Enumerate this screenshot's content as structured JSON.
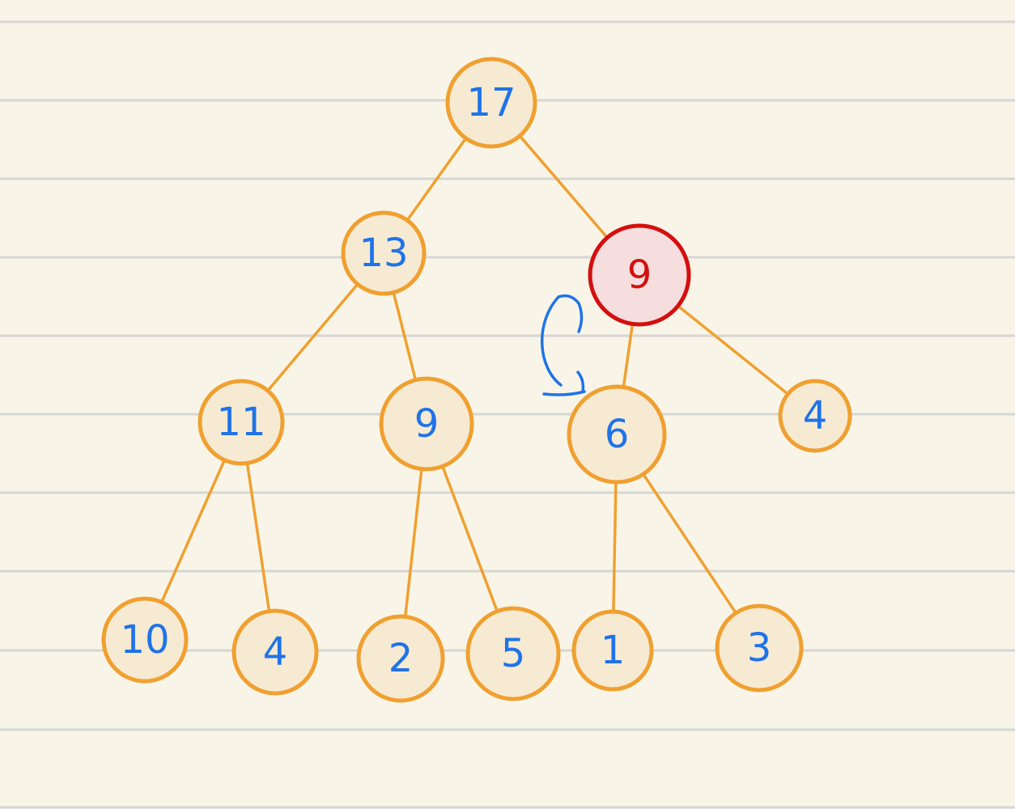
{
  "colors": {
    "paper": "#f8f5e8",
    "rule_line": "#d6d6d4",
    "edge": "#f0a030",
    "node_fill": "#f7ead3",
    "node_stroke": "#f0a030",
    "node_text": "#1f73e8",
    "highlight_fill": "#f6dede",
    "highlight_stroke": "#d40f0f",
    "highlight_text": "#d40f0f",
    "swap_arrow": "#1f73e8"
  },
  "tree": {
    "nodes": [
      {
        "id": "n17",
        "label": "17"
      },
      {
        "id": "n13",
        "label": "13"
      },
      {
        "id": "n9r",
        "label": "9",
        "highlight": true
      },
      {
        "id": "n11",
        "label": "11"
      },
      {
        "id": "n9l",
        "label": "9"
      },
      {
        "id": "n6",
        "label": "6"
      },
      {
        "id": "n4r",
        "label": "4"
      },
      {
        "id": "n10",
        "label": "10"
      },
      {
        "id": "n4l",
        "label": "4"
      },
      {
        "id": "n2",
        "label": "2"
      },
      {
        "id": "n5",
        "label": "5"
      },
      {
        "id": "n1",
        "label": "1"
      },
      {
        "id": "n3",
        "label": "3"
      }
    ],
    "edges": [
      [
        "n17",
        "n13"
      ],
      [
        "n17",
        "n9r"
      ],
      [
        "n13",
        "n11"
      ],
      [
        "n13",
        "n9l"
      ],
      [
        "n9r",
        "n6"
      ],
      [
        "n9r",
        "n4r"
      ],
      [
        "n11",
        "n10"
      ],
      [
        "n11",
        "n4l"
      ],
      [
        "n9l",
        "n2"
      ],
      [
        "n9l",
        "n5"
      ],
      [
        "n6",
        "n1"
      ],
      [
        "n6",
        "n3"
      ]
    ],
    "swap": [
      "n9r",
      "n6"
    ]
  }
}
